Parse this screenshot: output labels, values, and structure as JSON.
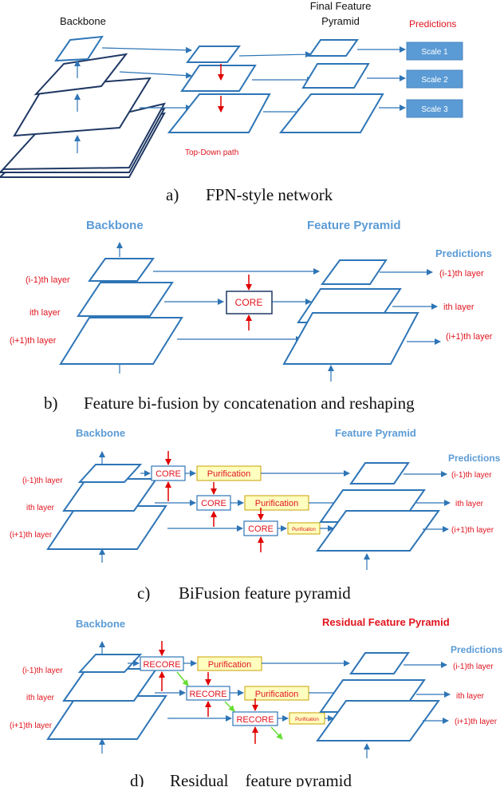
{
  "colors": {
    "blue": "#2e75b6",
    "dark_blue": "#1f3864",
    "red": "#e00000",
    "green": "#66dd33",
    "header_blue": "#5b9bd5",
    "scale_box": "#5b9bd5",
    "purif_fill": "#ffffc0",
    "purif_border": "#c8a200"
  },
  "panel_a": {
    "backbone": "Backbone",
    "final_feature_line1": "Final Feature",
    "final_feature_line2": "Pyramid",
    "predictions": "Predictions",
    "scales": [
      "Scale 1",
      "Scale 2",
      "Scale 3"
    ],
    "topdown": "Top-Down path",
    "caption_letter": "a)",
    "caption_text": "FPN-style network"
  },
  "panel_b": {
    "backbone": "Backbone",
    "feature_pyramid": "Feature Pyramid",
    "predictions": "Predictions",
    "left_labels": [
      "(i-1)th layer",
      "ith layer",
      "(i+1)th layer"
    ],
    "right_labels": [
      "(i-1)th layer",
      "ith layer",
      "(i+1)th layer"
    ],
    "core": "CORE",
    "caption_letter": "b)",
    "caption_text": "Feature bi-fusion by concatenation and reshaping"
  },
  "panel_c": {
    "backbone": "Backbone",
    "feature_pyramid": "Feature Pyramid",
    "predictions": "Predictions",
    "left_labels": [
      "(i-1)th layer",
      "ith layer",
      "(i+1)th layer"
    ],
    "right_labels": [
      "(i-1)th layer",
      "ith layer",
      "(i+1)th layer"
    ],
    "core": [
      "CORE",
      "CORE",
      "CORE"
    ],
    "purification": [
      "Purification",
      "Purification",
      "Purification"
    ],
    "caption_letter": "c)",
    "caption_text": "BiFusion feature pyramid"
  },
  "panel_d": {
    "backbone": "Backbone",
    "feature_pyramid": "Residual Feature Pyramid",
    "predictions": "Predictions",
    "left_labels": [
      "(i-1)th layer",
      "ith layer",
      "(i+1)th layer"
    ],
    "right_labels": [
      "(i-1)th layer",
      "ith layer",
      "(i+1)th layer"
    ],
    "recore": [
      "RECORE",
      "RECORE",
      "RECORE"
    ],
    "purification": [
      "Purification",
      "Purification",
      "Purification"
    ],
    "caption_letter": "d)",
    "caption_text": "Residual    feature pyramid"
  }
}
